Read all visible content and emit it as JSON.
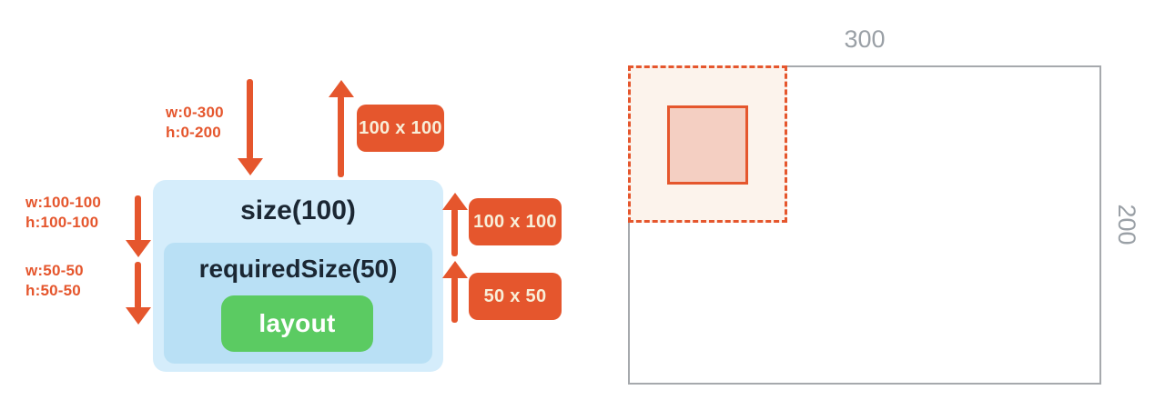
{
  "left_diagram": {
    "incoming_constraints": {
      "line1": "w:0-300",
      "line2": "h:0-200"
    },
    "size_constraints": {
      "line1": "w:100-100",
      "line2": "h:100-100"
    },
    "required_size_constraints": {
      "line1": "w:50-50",
      "line2": "h:50-50"
    },
    "size_box_label": "size(100)",
    "required_size_box_label": "requiredSize(50)",
    "layout_box_label": "layout",
    "badge_top": "100 x 100",
    "badge_middle": "100 x 100",
    "badge_bottom": "50 x 50"
  },
  "right_diagram": {
    "width_label": "300",
    "height_label": "200"
  },
  "colors": {
    "accent_orange": "#E5562D",
    "badge_text": "#F8EED8",
    "size_box_blue": "#D5EDFB",
    "required_size_box_blue": "#B9E0F5",
    "layout_green": "#5BCB62",
    "box_text_dark": "#1B2733",
    "dimension_gray": "#9AA0A6",
    "constraint_area_fill": "#FCF3EC",
    "content_box_fill": "#F4CFC2"
  }
}
